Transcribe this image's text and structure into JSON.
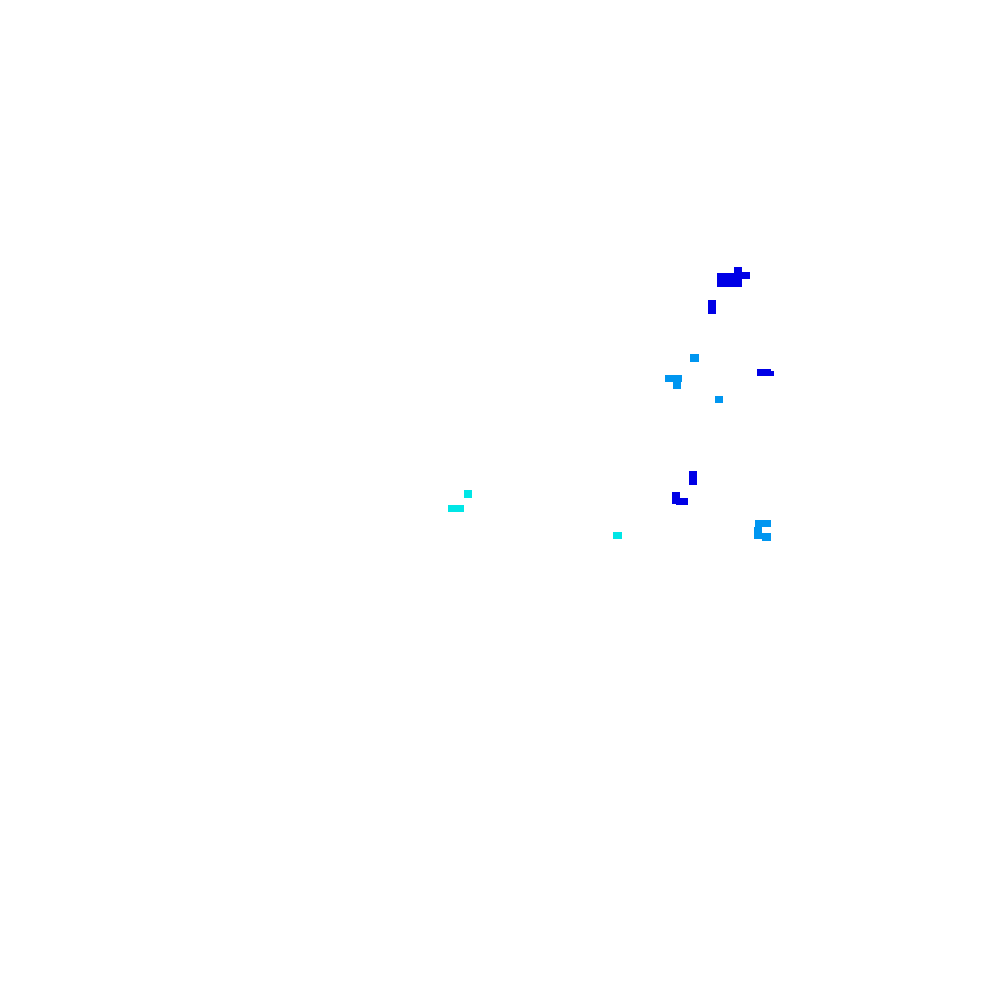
{
  "palette": {
    "background": "#ffffff",
    "dark_blue": "#0000e6",
    "light_blue": "#0096f0",
    "cyan": "#00e6e6"
  },
  "clusters": [
    {
      "name": "blob-top",
      "color_key": "dark_blue"
    },
    {
      "name": "bar-upper",
      "color_key": "dark_blue"
    },
    {
      "name": "dot-light-1",
      "color_key": "light_blue"
    },
    {
      "name": "blob-light-mid",
      "color_key": "light_blue"
    },
    {
      "name": "dash-right",
      "color_key": "dark_blue"
    },
    {
      "name": "dot-light-2",
      "color_key": "light_blue"
    },
    {
      "name": "bar-lower",
      "color_key": "dark_blue"
    },
    {
      "name": "blob-lower",
      "color_key": "dark_blue"
    },
    {
      "name": "dot-cyan-1",
      "color_key": "cyan"
    },
    {
      "name": "dash-cyan",
      "color_key": "cyan"
    },
    {
      "name": "dot-cyan-2",
      "color_key": "cyan"
    },
    {
      "name": "blob-light-bottom",
      "color_key": "light_blue"
    }
  ]
}
